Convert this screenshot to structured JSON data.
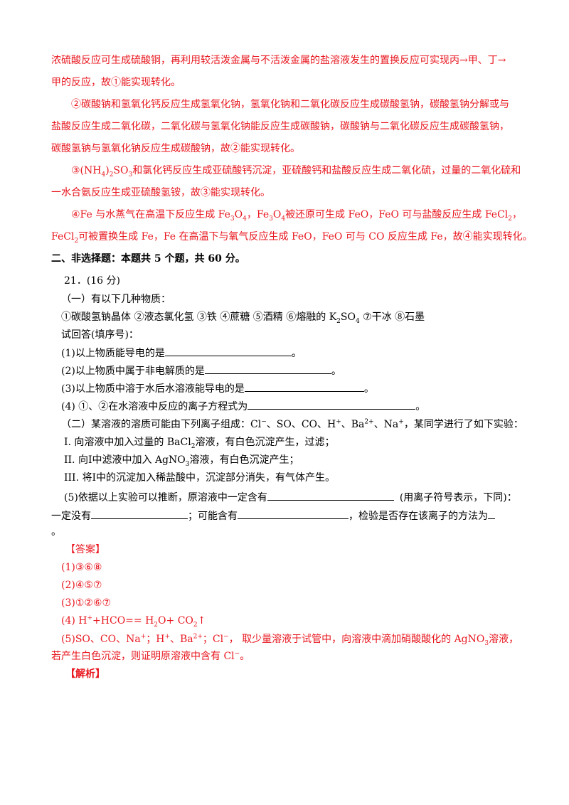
{
  "explanation_top": {
    "line1": "浓硫酸反应可生成硫酸铜，再利用较活泼金属与不活泼金属的盐溶液发生的置换反应可实现丙→甲、丁→",
    "line2": "甲的反应，故①能实现转化。",
    "p2_line1": "②碳酸钠和氢氧化钙反应生成氢氧化钠，氢氧化钠和二氧化碳反应生成碳酸氢钠，碳酸氢钠分解或与",
    "p2_line2": "盐酸反应生成二氧化碳，二氧化碳与氢氧化钠能反应生成碳酸钠，碳酸钠与二氧化碳反应生成碳酸氢钠，",
    "p2_line3": "碳酸氢钠与氢氧化钠反应生成碳酸钠，故②能实现转化。",
    "p3_line1a": "③(NH",
    "p3_line1b": "4",
    "p3_line1c": ")",
    "p3_line1d": "2",
    "p3_line1e": "SO",
    "p3_line1f": "3",
    "p3_line1g": "和氯化钙反应生成亚硫酸钙沉淀，亚硫酸钙和盐酸反应生成二氧化硫，过量的二氧化硫和",
    "p3_line2": "一水合氨反应生成亚硫酸氢铵，故③能实现转化。",
    "p4_line1a": "④Fe 与水蒸气在高温下反应生成 Fe",
    "p4_line1b": "3",
    "p4_line1c": "O",
    "p4_line1d": "4",
    "p4_line1e": "，Fe",
    "p4_line1f": "3",
    "p4_line1g": "O",
    "p4_line1h": "4",
    "p4_line1i": "被还原可生成 FeO，FeO 可与盐酸反应生成 FeCl",
    "p4_line1j": "2",
    "p4_line1k": "，",
    "p4_line2a": "FeCl",
    "p4_line2b": "2",
    "p4_line2c": "可被置换生成 Fe，Fe 在高温下与氧气反应生成 FeO，FeO 可与 CO 反应生成 Fe，故④能实现转化。"
  },
  "section_heading": "二、非选择题：本题共 5 个题，共 60 分。",
  "question": {
    "number": "21．(16 分)",
    "part1_title": "（一）有以下几种物质：",
    "substances_a": "①碳酸氢钠晶体   ②液态氯化氢   ③铁   ④蔗糖   ⑤酒精   ⑥熔融的 K",
    "substances_b": "2",
    "substances_c": "SO",
    "substances_d": "4",
    "substances_e": "   ⑦干冰   ⑧石墨",
    "instruction": "试回答(填序号)：",
    "q1": "(1)以上物质能导电的是",
    "q2": "(2)以上物质中属于非电解质的是",
    "q3": "(3)以上物质中溶于水后水溶液能导电的是",
    "q4": "(4) ①、②在水溶液中反应的离子方程式为",
    "end_mark": "。",
    "part2_a": "（二）某溶液的溶质可能由下列离子组成：Cl",
    "part2_b": "−",
    "part2_c": "、SO、CO、H",
    "part2_d": "+",
    "part2_e": "、Ba",
    "part2_f": "2+",
    "part2_g": "、Na",
    "part2_h": "+",
    "part2_i": "，某同学进行了如下实验：",
    "step1a": "I. 向溶液中加入过量的 BaCl",
    "step1b": "2",
    "step1c": "溶液，有白色沉淀产生，过滤；",
    "step2a": "II. 向Ⅰ中滤液中加入 AgNO",
    "step2b": "3",
    "step2c": "溶液，有白色沉淀产生；",
    "step3": "III. 将Ⅰ中的沉淀加入稀盐酸中，沉淀部分消失，有气体产生。",
    "q5a": "(5)依据以上实验可以推断，原溶液中一定含有",
    "q5b": "(用离子符号表示，下同)：",
    "q5c": "一定没有",
    "q5d": "；可能含有",
    "q5e": "，检验是否存在该离子的方法为",
    "q5f": "。"
  },
  "answer": {
    "label": "【答案】",
    "a1": "(1)③⑥⑧",
    "a2": "(2)④⑤⑦",
    "a3": "(3)①②⑥⑦",
    "a4a": "(4) H",
    "a4b": "+",
    "a4c": "+HCO== H",
    "a4d": "2",
    "a4e": "O+ CO",
    "a4f": "2",
    "a4g": "↑",
    "a5a": "(5)SO、CO、Na",
    "a5b": "+",
    "a5c": "；H",
    "a5d": "+",
    "a5e": "、Ba",
    "a5f": "2+",
    "a5g": "；Cl",
    "a5h": "−",
    "a5i": "，    取少量溶液于试管中，向溶液中滴加硝酸酸化的 AgNO",
    "a5j": "3",
    "a5k": "溶液，",
    "a5l": "若产生白色沉淀，则证明原溶液中含有 Cl",
    "a5m": "−",
    "a5n": "。"
  },
  "analysis_label": "【解析】",
  "colors": {
    "red": "#e8161e",
    "black": "#000000"
  }
}
